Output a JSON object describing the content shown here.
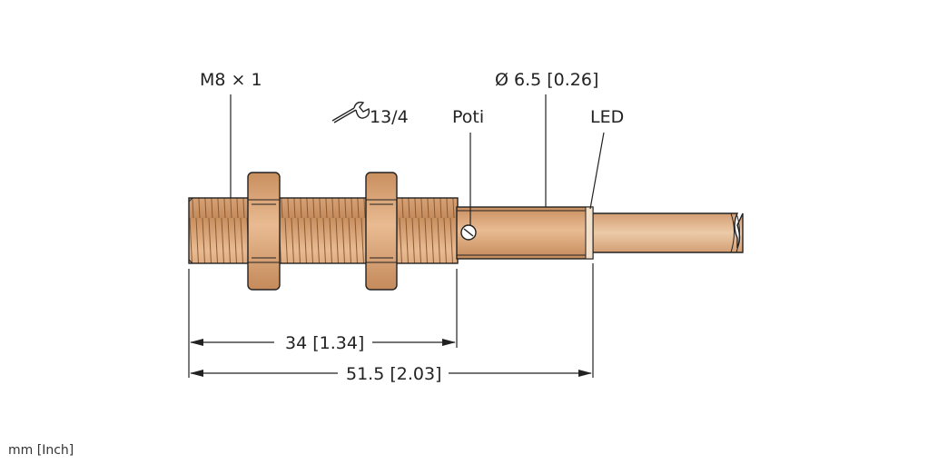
{
  "labels": {
    "thread": "M8 × 1",
    "wrench": "13/4",
    "poti": "Poti",
    "diameter": "Ø 6.5 [0.26]",
    "led": "LED",
    "dim_short": "34 [1.34]",
    "dim_long": "51.5 [2.03]",
    "units": "mm [Inch]"
  },
  "colors": {
    "metal": "#d9a477",
    "cable": "#e2b48d",
    "line": "#222222"
  },
  "icons": {
    "wrench": "wrench-icon"
  }
}
